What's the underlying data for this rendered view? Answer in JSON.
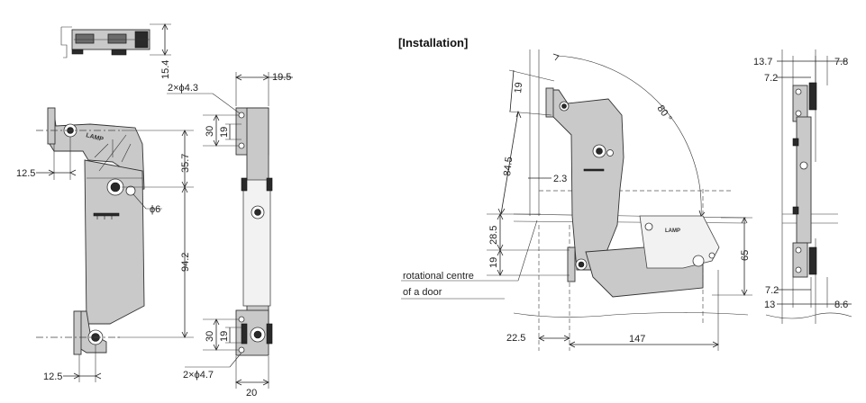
{
  "heading": "[Installation]",
  "front_view": {
    "dim_top_height": "15.4",
    "dim_left_top": "12.5",
    "dim_left_bottom": "12.5",
    "dim_upper": "35.7",
    "dim_length": "94.2",
    "dim_hole": "ϕ6"
  },
  "side_view": {
    "dim_width_top": "19.5",
    "dim_holes_top": "2×ϕ4.3",
    "dim_30_top": "30",
    "dim_19_top": "19",
    "dim_30_bottom": "30",
    "dim_19_bottom": "19",
    "dim_holes_bottom": "2×ϕ4.7",
    "dim_width_bottom": "20"
  },
  "installation": {
    "dim_19": "19",
    "dim_84_5": "84.5",
    "dim_2_3": "2.3",
    "dim_angle": "80 °",
    "dim_28_5": "28.5",
    "dim_19_low": "19",
    "dim_65": "65",
    "dim_22_5": "22.5",
    "dim_147": "147",
    "callout_line1": "rotational centre",
    "callout_line2": "of a door"
  },
  "mount_view": {
    "dim_13_7": "13.7",
    "dim_7_8": "7.8",
    "dim_7_2_top": "7.2",
    "dim_7_2_bottom": "7.2",
    "dim_13": "13",
    "dim_8_6": "8.6"
  }
}
